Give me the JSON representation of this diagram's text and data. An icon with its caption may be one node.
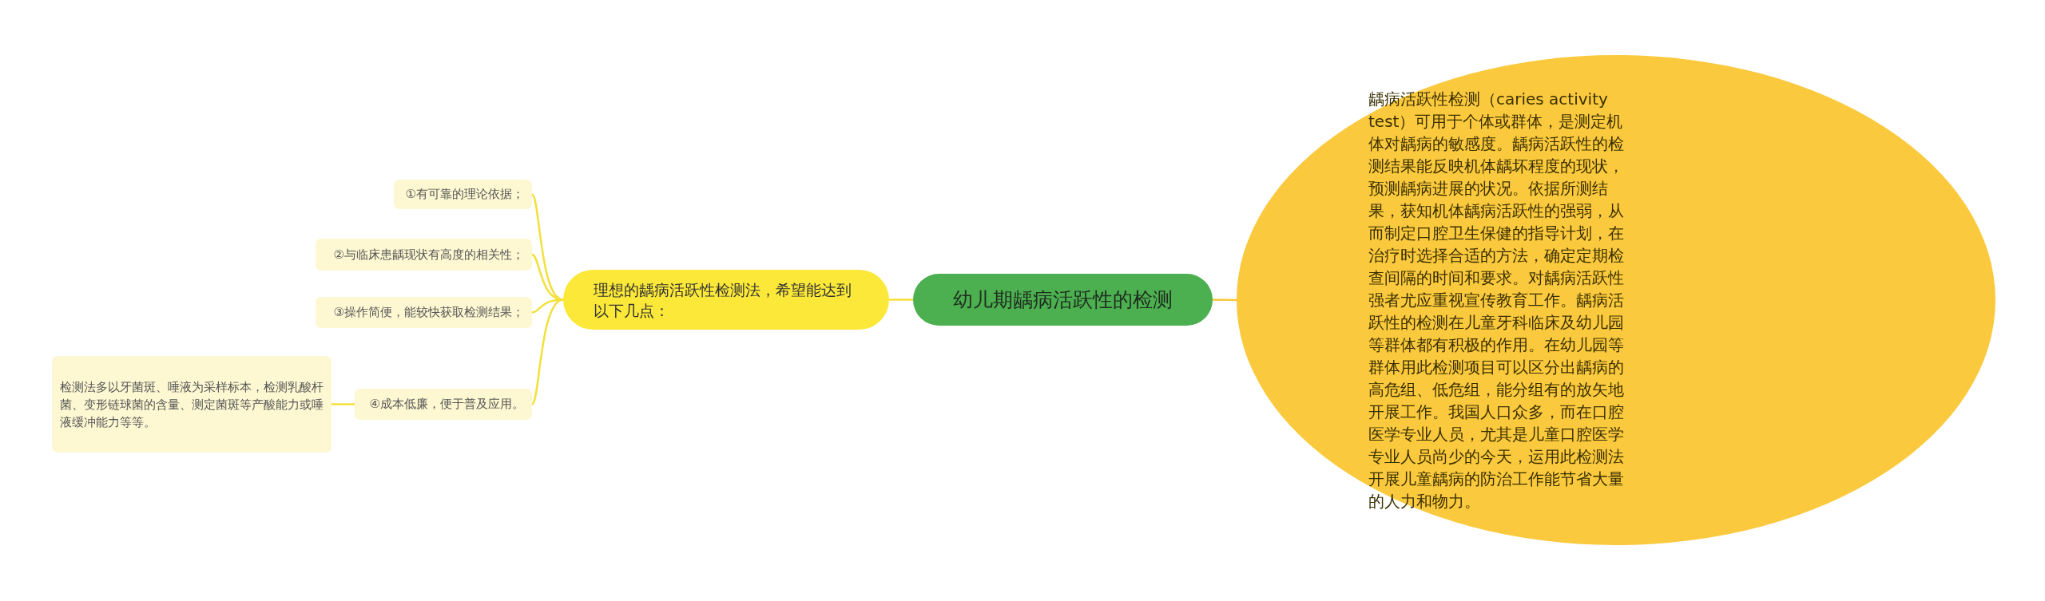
{
  "diagram": {
    "nodes": [
      {
        "text": [
          "幼儿期龋病活跃性的检测"
        ]
      },
      {
        "text": [
          "龋病活跃性检测（caries activity test）可用于个体或群体，是测定机体对龋病的敏感度。龋病活跃性的检测结果能反映机体龋坏程度的现状，预测龋病进展的状况。依据所测结果，获知机体龋病活跃性的强弱，从而制定口腔卫生保健的指导计划，在治疗时选择合适的方法，确定定期检查间隔的时间和要求。对龋病活跃性强者尤应重视宣传教育工作。龋病活跃性的检测在儿童牙科临床及幼儿园等群体都有积极的作用。在幼儿园等群体用此检测项目可以区分出龋病的高危组、低危组，能分组有的放矢地开展工作。我国人口众多，而在口腔医学专业人员，尤其是儿童口腔医学专业人员尚少的今天，运用此检测法开展儿童龋病的防治工作能节省大量的人力和物力。"
        ]
      },
      {
        "text": [
          "理想的龋病活跃性检测法，希望能达到以下几点："
        ]
      },
      {
        "text": [
          "①有可靠的理论依据；"
        ]
      },
      {
        "text": [
          "②与临床患龋现状有高度的相关性；"
        ]
      },
      {
        "text": [
          "③操作简便，能较快获取检测结果；"
        ]
      },
      {
        "text": [
          "④成本低廉，便于普及应用。"
        ]
      },
      {
        "text": [
          "检测法多以牙菌斑、唾液为采样标本，检测乳酸杆菌、变形链球菌的含量、测定菌斑等产酸能力或唾液缓冲能力等等。"
        ]
      }
    ],
    "edges": [
      {
        "from": 0,
        "to": 1,
        "arrow": "none",
        "color": "#f9c63c"
      },
      {
        "from": 0,
        "to": 2,
        "arrow": "none"
      },
      {
        "from": 2,
        "to": 3,
        "arrow": "none"
      },
      {
        "from": 2,
        "to": 4,
        "arrow": "none"
      },
      {
        "from": 2,
        "to": 5,
        "arrow": "none"
      },
      {
        "from": 2,
        "to": 6,
        "arrow": "none"
      },
      {
        "from": 6,
        "to": 7,
        "arrow": "none"
      }
    ]
  }
}
